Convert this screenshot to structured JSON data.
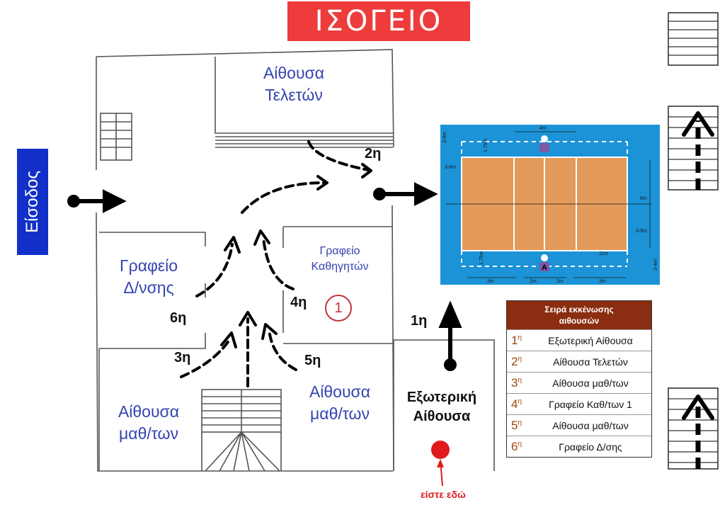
{
  "title": "ΙΣΟΓΕΙΟ",
  "entrance": "Είσοδος",
  "rooms": {
    "ceremony_hall": "Αίθουσα\nΤελετών",
    "director_office": "Γραφείο\nΔ/νσης",
    "teachers_office": "Γραφείο\nΚαθηγητών",
    "classroom_left": "Αίθουσα\nμαθ/των",
    "classroom_center": "Αίθουσα\nμαθ/των",
    "external_hall": "Εξωτερική\nΑίθουσα"
  },
  "route_labels": [
    "1η",
    "2η",
    "3η",
    "4η",
    "5η",
    "6η"
  ],
  "circle_marker": "1",
  "you_are_here": "είστε εδώ",
  "court": {
    "dims": [
      "4m",
      "3-4m",
      "1.75m",
      "3-6m",
      "6m",
      "3-6m",
      "1.75m",
      "11m",
      "3-4m",
      "3m",
      "2m",
      "2m",
      "3m"
    ],
    "player_label": "A",
    "colors": {
      "outer": "#1b93d6",
      "court": "#e39a5a"
    }
  },
  "legend": {
    "header": "Σειρά εκκένωσης\nαιθουσών",
    "items": [
      {
        "num": "1",
        "sup": "η",
        "label": "Εξωτερική Αίθουσα"
      },
      {
        "num": "2",
        "sup": "η",
        "label": "Αίθουσα Τελετών"
      },
      {
        "num": "3",
        "sup": "η",
        "label": "Αίθουσα μαθ/των"
      },
      {
        "num": "4",
        "sup": "η",
        "label": "Γραφείο Καθ/των 1"
      },
      {
        "num": "5",
        "sup": "η",
        "label": "Αίθουσα μαθ/των"
      },
      {
        "num": "6",
        "sup": "η",
        "label": "Γραφείο Δ/σης"
      }
    ]
  },
  "colors": {
    "title_bg": "#ee3b3b",
    "entrance_bg": "#1230c8",
    "room_text": "#3444b0",
    "legend_header": "#8b2d10",
    "marker": "#e11b1b"
  }
}
